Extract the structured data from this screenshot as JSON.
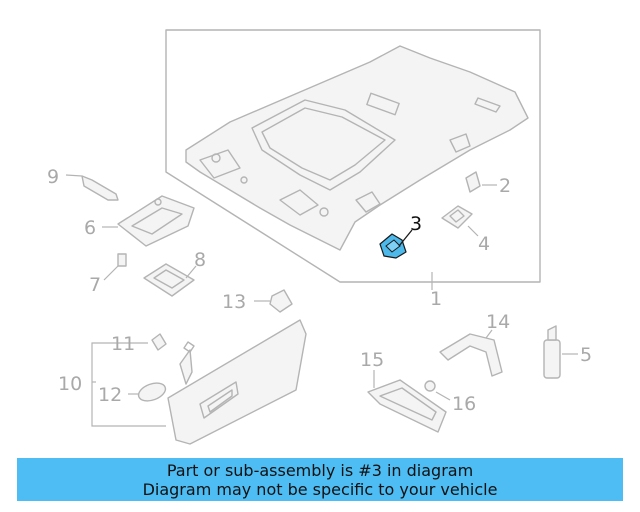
{
  "diagram": {
    "callouts": [
      "1",
      "2",
      "3",
      "4",
      "5",
      "6",
      "7",
      "8",
      "9",
      "10",
      "11",
      "12",
      "13",
      "14",
      "15",
      "16"
    ],
    "highlighted_part": "3",
    "highlight_color": "#4db8ea"
  },
  "banner": {
    "line1": "Part or sub-assembly is #3 in diagram",
    "line2": "Diagram may not be specific to your vehicle",
    "background": "#4dbdf3"
  }
}
